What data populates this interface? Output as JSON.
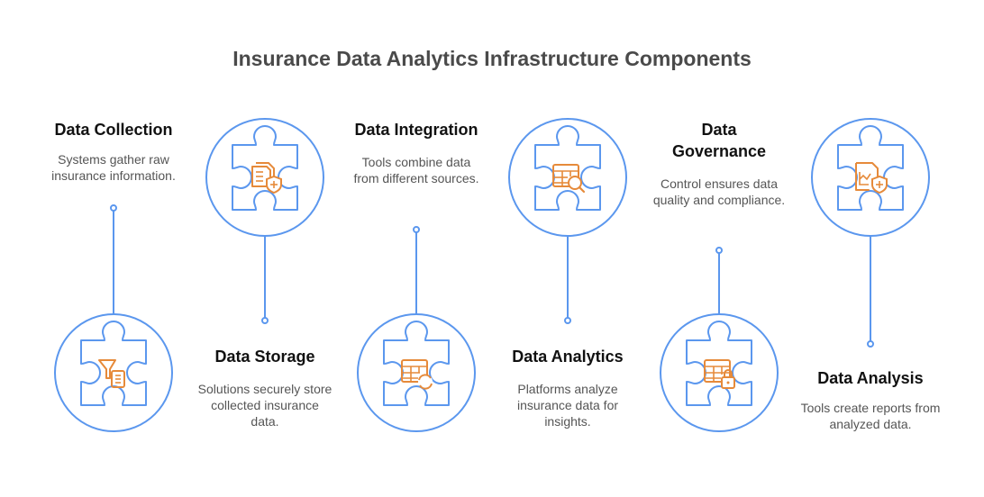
{
  "title": "Insurance Data Analytics Infrastructure Components",
  "colors": {
    "outline": "#5b97ee",
    "icon": "#e68a3a",
    "heading": "#111111",
    "description": "#555555",
    "title": "#4a4a4a"
  },
  "components": [
    {
      "heading": "Data Collection",
      "description": "Systems gather raw insurance information.",
      "icon": "filter-document-icon",
      "circle_row": "bottom",
      "text_row": "top"
    },
    {
      "heading": "Data Storage",
      "description": "Solutions securely store collected insurance data.",
      "icon": "documents-shield-icon",
      "circle_row": "top",
      "text_row": "bottom"
    },
    {
      "heading": "Data Integration",
      "description": "Tools combine data from different sources.",
      "icon": "table-sync-icon",
      "circle_row": "bottom",
      "text_row": "top"
    },
    {
      "heading": "Data Analytics",
      "description": "Platforms analyze insurance data for insights.",
      "icon": "table-search-icon",
      "circle_row": "top",
      "text_row": "bottom"
    },
    {
      "heading": "Data Governance",
      "description": "Control ensures data quality and compliance.",
      "icon": "table-lock-icon",
      "circle_row": "bottom",
      "text_row": "top"
    },
    {
      "heading": "Data Analysis",
      "description": "Tools create reports from analyzed data.",
      "icon": "chart-report-shield-icon",
      "circle_row": "top",
      "text_row": "bottom"
    }
  ]
}
